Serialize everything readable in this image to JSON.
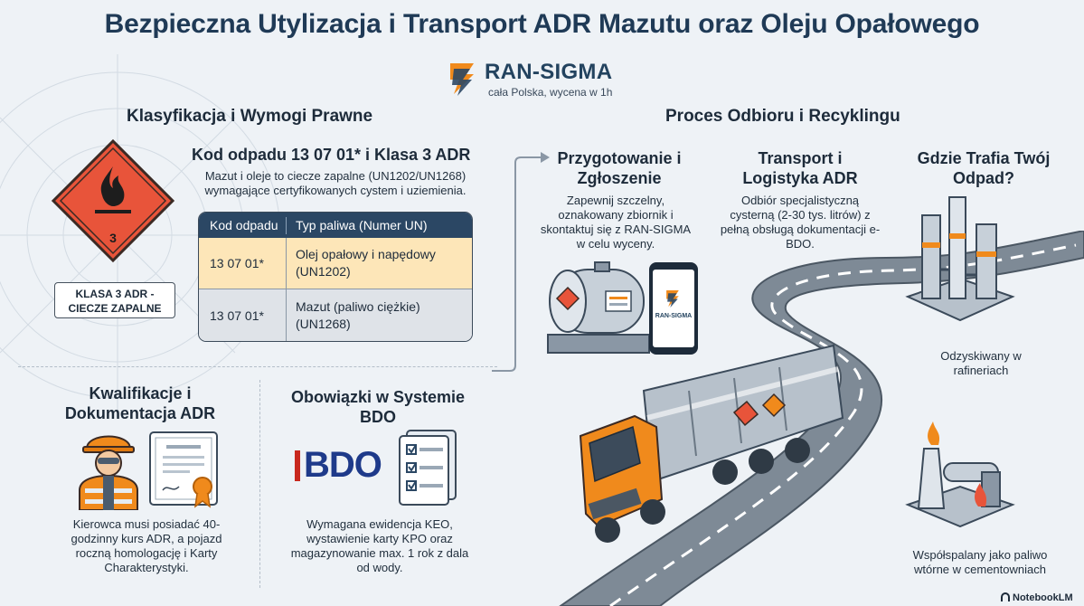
{
  "title": "Bezpieczna Utylizacja i Transport ADR Mazutu oraz Oleju Opałowego",
  "logo": {
    "name": "RAN-SIGMA",
    "tagline": "cała Polska, wycena w 1h"
  },
  "left": {
    "section_title": "Klasyfikacja i Wymogi Prawne",
    "hazard_number": "3",
    "hazard_label": "KLASA 3 ADR - CIECZE ZAPALNE",
    "code_title": "Kod odpadu 13 07 01* i Klasa 3 ADR",
    "code_text": "Mazut i oleje to ciecze zapalne (UN1202/UN1268) wymagające certyfikowanych cystem i uziemienia.",
    "table": {
      "headers": [
        "Kod odpadu",
        "Typ paliwa (Numer UN)"
      ],
      "rows": [
        [
          "13 07 01*",
          "Olej opałowy i napędowy (UN1202)"
        ],
        [
          "13 07 01*",
          "Mazut (paliwo ciężkie) (UN1268)"
        ]
      ]
    },
    "qualifications": {
      "title": "Kwalifikacje i Dokumentacja ADR",
      "text": "Kierowca musi posiadać 40-godzinny kurs ADR, a pojazd roczną homologację i Karty Charakterystyki."
    },
    "bdo": {
      "title": "Obowiązki w Systemie BDO",
      "logo_text": "BDO",
      "text": "Wymagana ewidencja KEO, wystawienie karty KPO oraz magazynowanie max. 1 rok z dala od wody."
    }
  },
  "right": {
    "section_title": "Proces Odbioru i Recyklingu",
    "steps": [
      {
        "title": "Przygotowanie i Zgłoszenie",
        "text": "Zapewnij szczelny, oznakowany zbiornik i skontaktuj się z RAN-SIGMA w celu wyceny."
      },
      {
        "title": "Transport i Logistyka ADR",
        "text": "Odbiór specjalistyczną cysterną (2-30 tys. litrów) z pełną obsługą dokumentacji e-BDO."
      },
      {
        "title": "Gdzie Trafia Twój Odpad?",
        "text": ""
      }
    ],
    "phone_brand": "RAN-SIGMA",
    "destinations": [
      {
        "text": "Odzyskiwany w rafineriach"
      },
      {
        "text": "Współspalany jako paliwo wtórne w cementowniach"
      }
    ]
  },
  "footer": "NotebookLM",
  "colors": {
    "navy": "#2b4764",
    "orange": "#f08a1c",
    "hazard_red": "#e8543a",
    "table_highlight": "#fde6b8"
  }
}
